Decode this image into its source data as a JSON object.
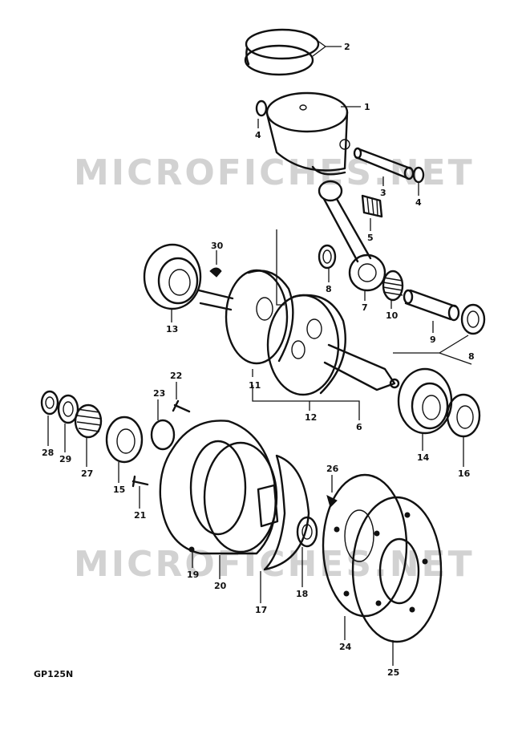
{
  "watermark": "MICROFICHES.NET",
  "model_code": "GP125N",
  "callouts": {
    "c1": "1",
    "c2": "2",
    "c3": "3",
    "c4a": "4",
    "c4b": "4",
    "c5": "5",
    "c6": "6",
    "c7": "7",
    "c8a": "8",
    "c8b": "8",
    "c9": "9",
    "c10": "10",
    "c11": "11",
    "c12": "12",
    "c13": "13",
    "c14": "14",
    "c15": "15",
    "c16": "16",
    "c17": "17",
    "c18": "18",
    "c19": "19",
    "c20": "20",
    "c21": "21",
    "c22": "22",
    "c23": "23",
    "c24": "24",
    "c25": "25",
    "c26": "26",
    "c27": "27",
    "c28": "28",
    "c29": "29",
    "c30": "30"
  }
}
